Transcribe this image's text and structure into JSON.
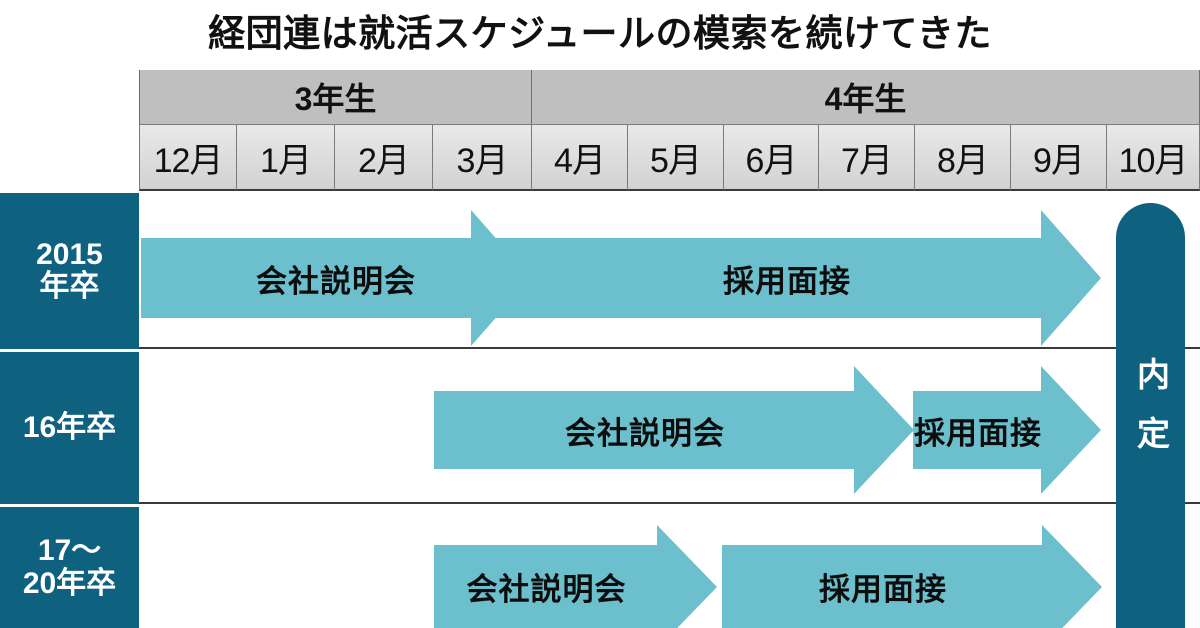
{
  "chart_data": {
    "type": "timeline",
    "title": "経団連は就活スケジュールの模索を続けてきた",
    "xlabel": "",
    "ylabel": "",
    "grid": true,
    "legend": "none",
    "columns": [
      "12月",
      "1月",
      "2月",
      "3月",
      "4月",
      "5月",
      "6月",
      "7月",
      "8月",
      "9月",
      "10月"
    ],
    "column_groups": [
      {
        "label": "3年生",
        "months": [
          "12月",
          "1月",
          "2月",
          "3月"
        ]
      },
      {
        "label": "4年生",
        "months": [
          "4月",
          "5月",
          "6月",
          "7月",
          "8月",
          "9月",
          "10月"
        ]
      }
    ],
    "rows": [
      {
        "label": "2015\n年卒",
        "bars": [
          {
            "name": "会社説明会",
            "start": "12月",
            "end": "3月"
          },
          {
            "name": "採用面接",
            "start": "3月",
            "end": "9月"
          }
        ]
      },
      {
        "label": "16年卒",
        "bars": [
          {
            "name": "会社説明会",
            "start": "3月",
            "end": "8月"
          },
          {
            "name": "採用面接",
            "start": "8月",
            "end": "9月"
          }
        ]
      },
      {
        "label": "17〜\n20年卒",
        "bars": [
          {
            "name": "会社説明会",
            "start": "3月",
            "end": "6月"
          },
          {
            "name": "採用面接",
            "start": "6月",
            "end": "9月"
          }
        ]
      }
    ],
    "milestone": {
      "label": "内定",
      "column": "10月"
    },
    "colors": {
      "bar": "#6cc0ce",
      "milestone": "#0f6180",
      "row_label_bg": "#0f6180",
      "group_header_bg": "#bfbfbf",
      "month_header_bg": "#dcdcdc",
      "text": "#111111"
    }
  },
  "header": {
    "title": "経団連は就活スケジュールの模索を続けてきた",
    "groups": [
      {
        "label": "3年生"
      },
      {
        "label": "4年生"
      }
    ],
    "months": [
      {
        "label": "12月"
      },
      {
        "label": "1月"
      },
      {
        "label": "2月"
      },
      {
        "label": "3月"
      },
      {
        "label": "4月"
      },
      {
        "label": "5月"
      },
      {
        "label": "6月"
      },
      {
        "label": "7月"
      },
      {
        "label": "8月"
      },
      {
        "label": "9月"
      },
      {
        "label": "10月"
      }
    ]
  },
  "rows": [
    {
      "label": "2015\n年卒",
      "bars": [
        {
          "label": "会社説明会"
        },
        {
          "label": "採用面接"
        }
      ]
    },
    {
      "label": "16年卒",
      "bars": [
        {
          "label": "会社説明会"
        },
        {
          "label": "採用面接"
        }
      ]
    },
    {
      "label": "17〜\n20年卒",
      "bars": [
        {
          "label": "会社説明会"
        },
        {
          "label": "採用面接"
        }
      ]
    }
  ],
  "milestone": {
    "label": "内定"
  }
}
